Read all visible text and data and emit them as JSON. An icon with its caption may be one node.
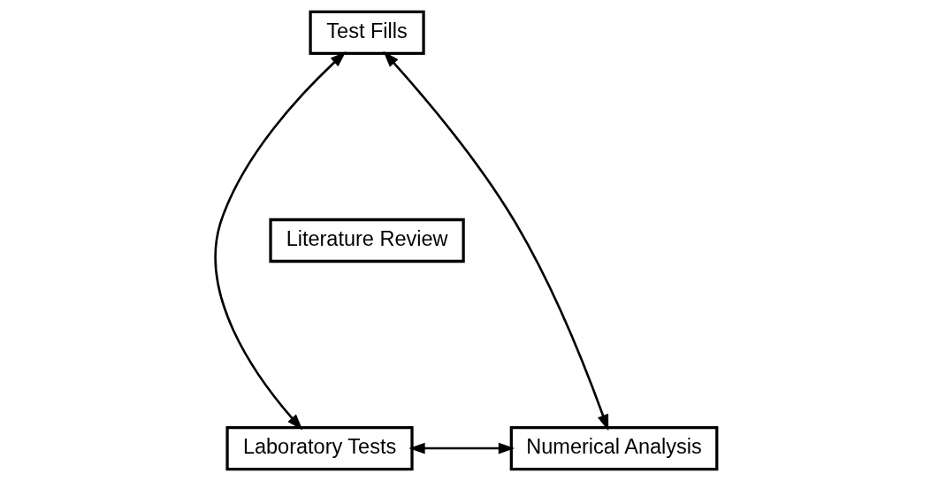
{
  "diagram": {
    "nodes": [
      {
        "text": [
          "Test Fills"
        ]
      },
      {
        "text": [
          "Laboratory Tests"
        ]
      },
      {
        "text": [
          "Numerical Analysis"
        ]
      },
      {
        "text": [
          "Literature Review"
        ]
      }
    ],
    "edges": [
      {
        "from": 0,
        "to": 1,
        "arrow": "both"
      },
      {
        "from": 0,
        "to": 2,
        "arrow": "both"
      },
      {
        "from": 1,
        "to": 2,
        "arrow": "both"
      }
    ]
  }
}
